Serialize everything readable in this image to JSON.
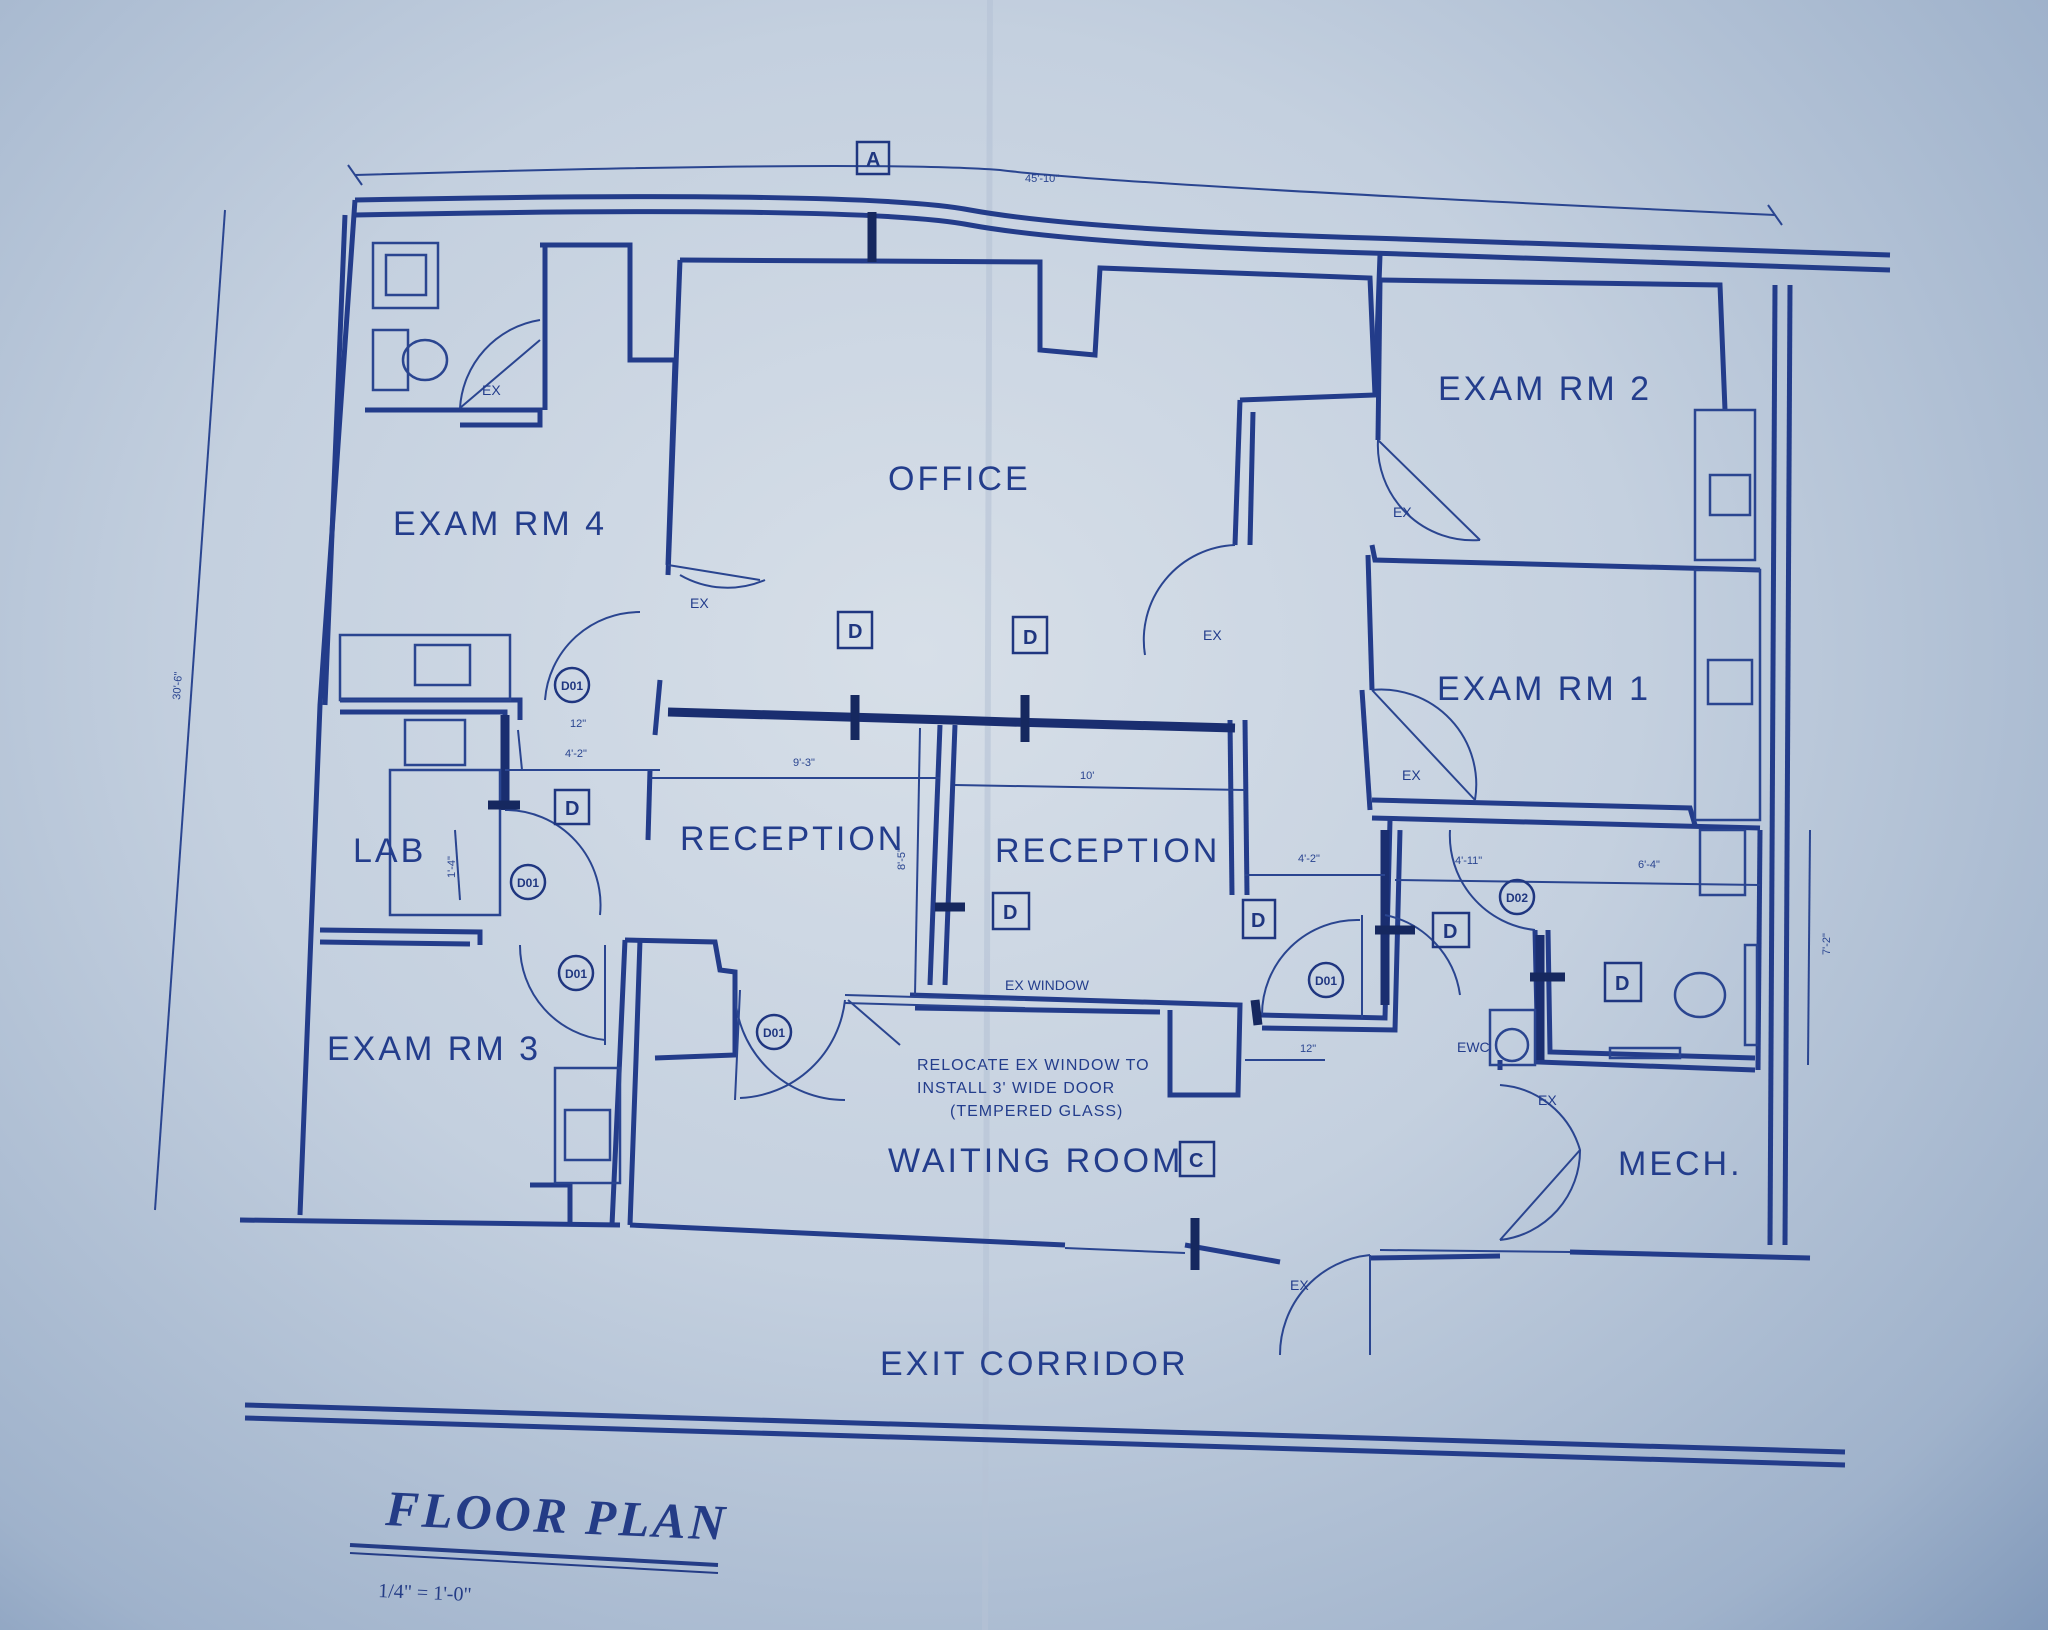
{
  "rooms": {
    "exam4": "EXAM RM 4",
    "office": "OFFICE",
    "exam2": "EXAM RM 2",
    "exam1": "EXAM RM 1",
    "lab": "LAB",
    "reception_left": "RECEPTION",
    "reception_right": "RECEPTION",
    "exam3": "EXAM RM 3",
    "waiting": "WAITING ROOM",
    "mech": "MECH.",
    "corridor": "EXIT CORRIDOR"
  },
  "labels": {
    "ex": "EX",
    "ex_window": "EX WINDOW",
    "ewc": "EWC",
    "note_line1": "RELOCATE EX WINDOW TO",
    "note_line2": "INSTALL 3' WIDE DOOR",
    "note_line3": "(TEMPERED GLASS)"
  },
  "tags": {
    "section_a": "A",
    "section_c": "C",
    "d": "D",
    "d01": "D01",
    "d02": "D02"
  },
  "dimensions": {
    "overall_width": "45'-10\"",
    "overall_depth": "30'-6\"",
    "d1": "12\"",
    "d2": "4'-2\"",
    "d3": "9'-3\"",
    "d4": "10'",
    "d5": "8'-5\"",
    "d6": "4'-2\"",
    "d7": "4'-11\"",
    "d8": "6'-4\"",
    "d9": "7'-2\"",
    "d10": "12\"",
    "d11": "1'-4\""
  },
  "title": "FLOOR PLAN",
  "scale": "1/4\" = 1'-0\""
}
